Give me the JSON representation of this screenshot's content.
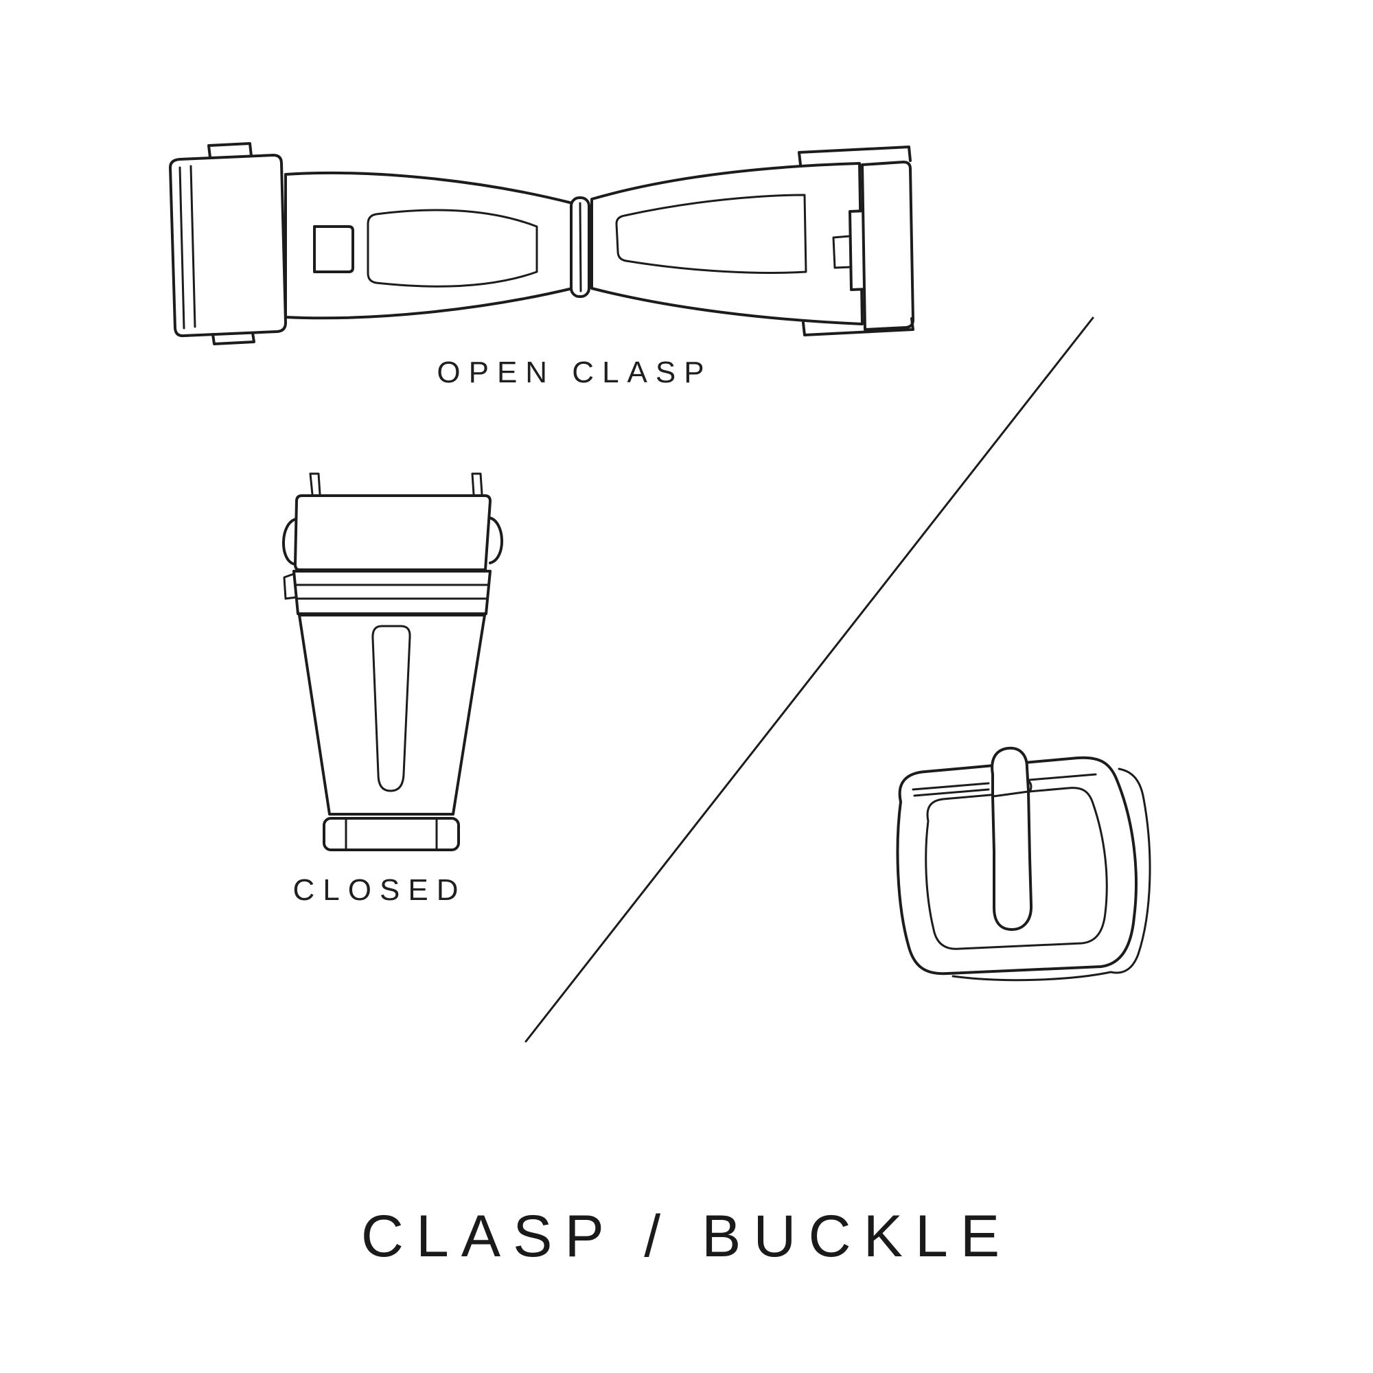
{
  "page": {
    "background": "#ffffff",
    "line_color": "#1c1c1c"
  },
  "diagram": {
    "title": "CLASP / BUCKLE",
    "labels": {
      "open_clasp": "OPEN CLASP",
      "closed": "CLOSED"
    },
    "illustrations": [
      {
        "name": "open-clasp-illustration",
        "caption": "OPEN CLASP"
      },
      {
        "name": "closed-clasp-illustration",
        "caption": "CLOSED"
      },
      {
        "name": "tang-buckle-illustration",
        "caption": ""
      }
    ]
  }
}
